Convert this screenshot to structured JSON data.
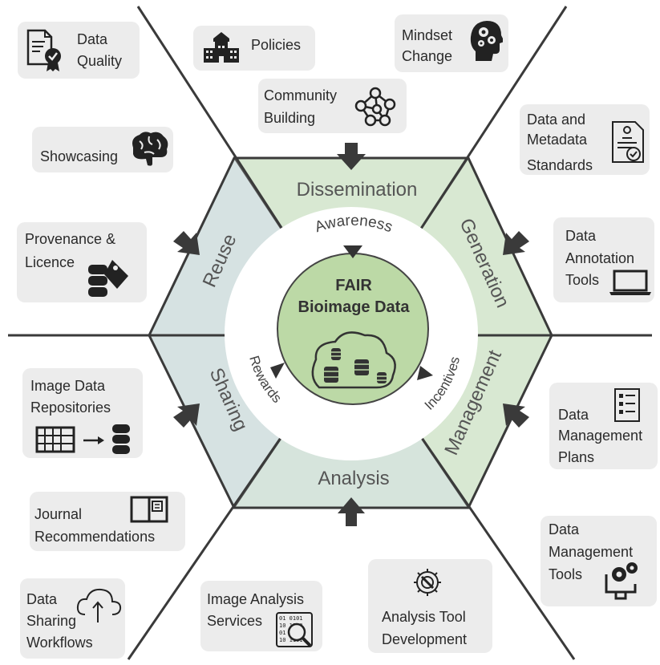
{
  "center": {
    "line1": "FAIR",
    "line2": "Bioimage Data"
  },
  "ring": {
    "top": "Awareness",
    "left": "Rewards",
    "right": "Incentives"
  },
  "hexagon": {
    "top": "Dissemination",
    "upper_right": "Generation",
    "lower_right": "Management",
    "bottom": "Analysis",
    "lower_left": "Sharing",
    "upper_left": "Reuse"
  },
  "boxes": {
    "data_quality": {
      "line1": "Data",
      "line2": "Quality",
      "icon": "certificate-icon"
    },
    "policies": {
      "line1": "Policies",
      "icon": "building-icon"
    },
    "mindset_change": {
      "line1": "Mindset",
      "line2": "Change",
      "icon": "head-gears-icon"
    },
    "community_building": {
      "line1": "Community",
      "line2": "Building",
      "icon": "network-icon"
    },
    "showcasing": {
      "line1": "Showcasing",
      "icon": "brain-icon"
    },
    "standards": {
      "line1": "Data and",
      "line2": "Metadata",
      "line3": "Standards",
      "icon": "document-check-icon"
    },
    "provenance": {
      "line1": "Provenance &",
      "line2": "Licence",
      "icon": "database-tag-icon"
    },
    "annotation_tools": {
      "line1": "Data",
      "line2": "Annotation",
      "line3": "Tools",
      "icon": "laptop-icon"
    },
    "repositories": {
      "line1": "Image Data",
      "line2": "Repositories",
      "icon": "grid-to-database-icon"
    },
    "dmp": {
      "line1": "Data",
      "line2": "Management",
      "line3": "Plans",
      "icon": "checklist-icon"
    },
    "journal": {
      "line1": "Journal",
      "line2": "Recommendations",
      "icon": "book-icon"
    },
    "dm_tools": {
      "line1": "Data",
      "line2": "Management",
      "line3": "Tools",
      "icon": "monitor-gears-icon"
    },
    "sharing_workflows": {
      "line1": "Data",
      "line2": "Sharing",
      "line3": "Workflows",
      "icon": "cloud-upload-icon"
    },
    "analysis_services": {
      "line1": "Image Analysis",
      "line2": "Services",
      "icon": "binary-search-icon"
    },
    "analysis_dev": {
      "line1": "Analysis Tool",
      "line2": "Development",
      "icon": "wrench-gear-icon"
    }
  },
  "colors": {
    "green_segment": "#d8e8d2",
    "blue_segment": "#d6e2e2",
    "center_fill": "#bcd9a6",
    "box_fill": "#ececec",
    "lines": "#3a3a3a"
  }
}
